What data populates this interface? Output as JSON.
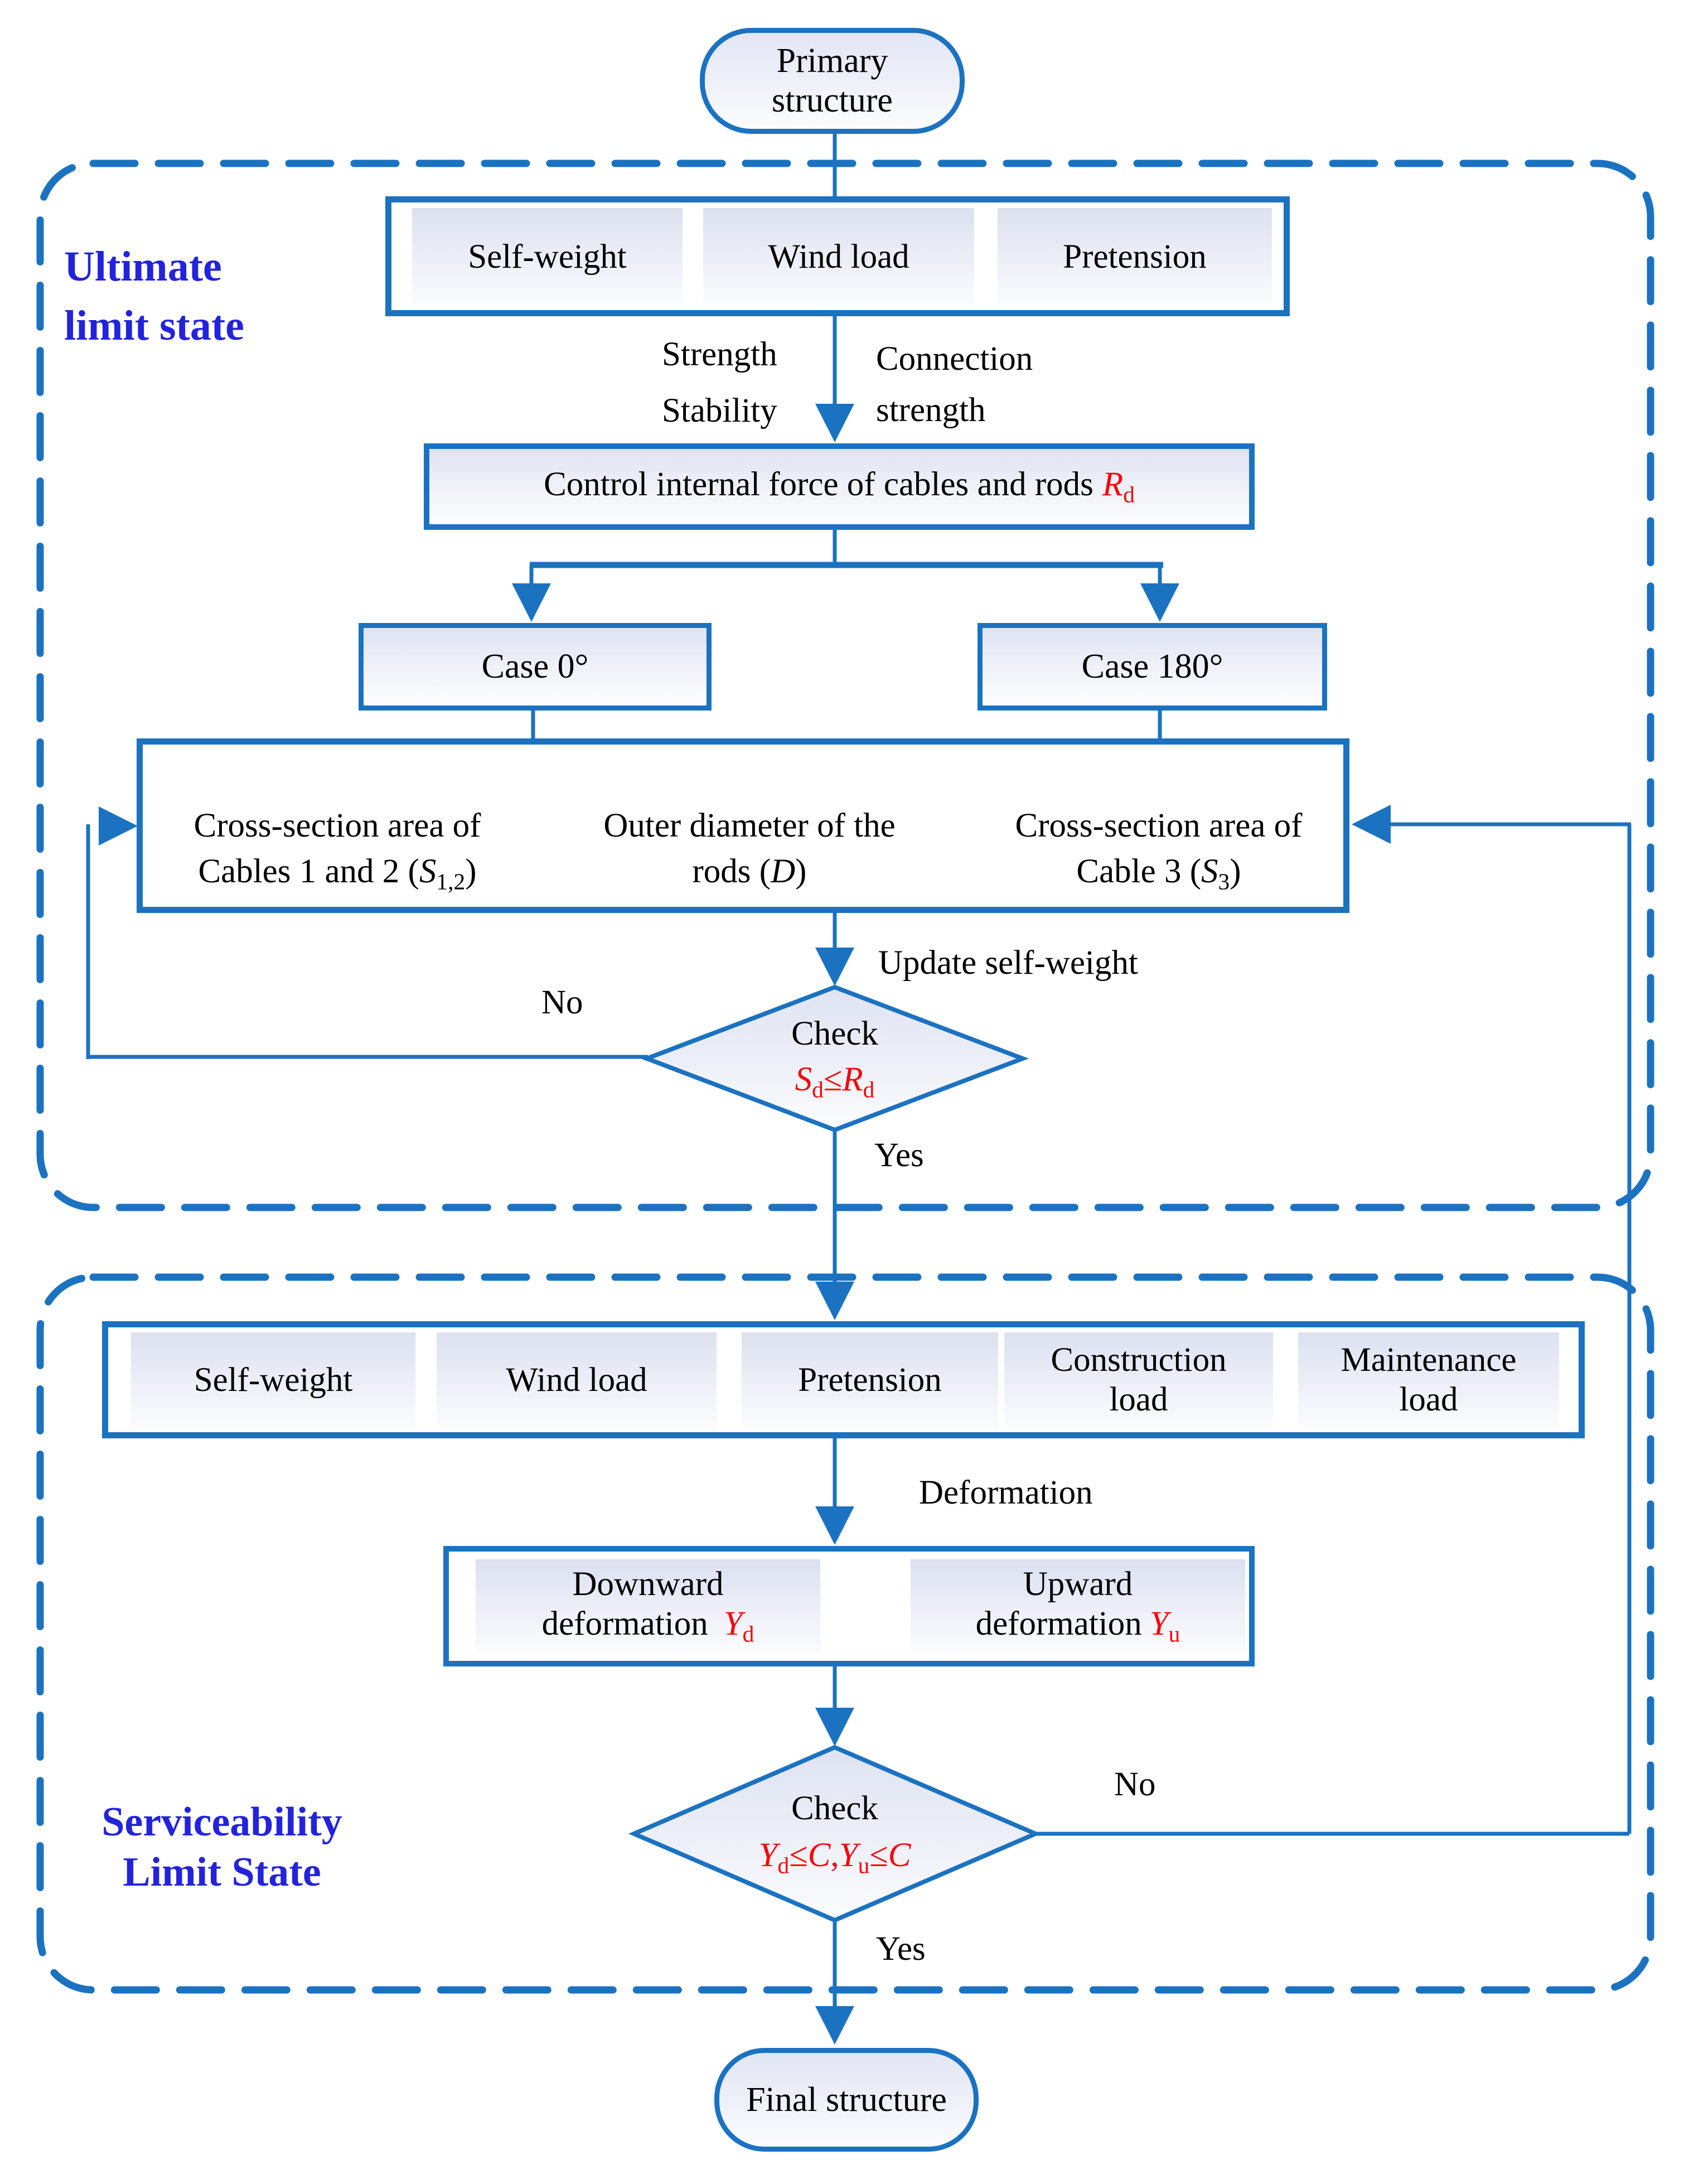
{
  "title_node": {
    "line1": "Primary",
    "line2": "structure"
  },
  "final_node": {
    "label": "Final structure"
  },
  "uls": {
    "section_label": {
      "line1": "Ultimate",
      "line2": "limit state"
    },
    "loads": [
      {
        "l1": "Self-weight"
      },
      {
        "l1": "Wind load"
      },
      {
        "l1": "Pretension"
      }
    ],
    "strength_label": {
      "line1": "Strength",
      "line2": "Stability"
    },
    "connection_label": {
      "line1": "Connection",
      "line2": "strength"
    },
    "control_box": {
      "text": "Control internal force of cables and rods",
      "var": "R",
      "sub": "d"
    },
    "case_left": {
      "label": "Case 0°"
    },
    "case_right": {
      "label": "Case 180°"
    },
    "vars": [
      {
        "line1": "Cross-section area of",
        "pre": "Cables 1 and 2 (",
        "var": "S",
        "sub": "1,2",
        "post": ")"
      },
      {
        "line1": "Outer diameter of the",
        "pre": "rods (",
        "var": "D",
        "sub": "",
        "post": ")"
      },
      {
        "line1": "Cross-section area of",
        "pre": "Cable 3 (",
        "var": "S",
        "sub": "3",
        "post": ")"
      }
    ],
    "update_label": "Update self-weight",
    "check": {
      "title": "Check",
      "v1": "S",
      "s1": "d",
      "op": "≤",
      "v2": "R",
      "s2": "d"
    },
    "no": "No",
    "yes": "Yes"
  },
  "sls": {
    "section_label": {
      "line1": "Serviceability",
      "line2": "Limit State"
    },
    "loads": [
      {
        "l1": "Self-weight"
      },
      {
        "l1": "Wind load"
      },
      {
        "l1": "Pretension"
      },
      {
        "l1": "Construction",
        "l2": "load"
      },
      {
        "l1": "Maintenance",
        "l2": "load"
      }
    ],
    "deformation_label": "Deformation",
    "down": {
      "line1": "Downward",
      "line2": "deformation",
      "var": "Y",
      "sub": "d"
    },
    "up": {
      "line1": "Upward",
      "line2": "deformation",
      "var": "Y",
      "sub": "u"
    },
    "check": {
      "title": "Check",
      "v1": "Y",
      "s1": "d",
      "op1": "≤",
      "c1": "C",
      "comma": ",",
      "v2": "Y",
      "s2": "u",
      "op2": "≤",
      "c2": "C"
    },
    "no": "No",
    "yes": "Yes"
  },
  "colors": {
    "line_blue": "#1b72c1",
    "section_label_blue": "#2323dd",
    "highlight_red": "#fa0107"
  }
}
